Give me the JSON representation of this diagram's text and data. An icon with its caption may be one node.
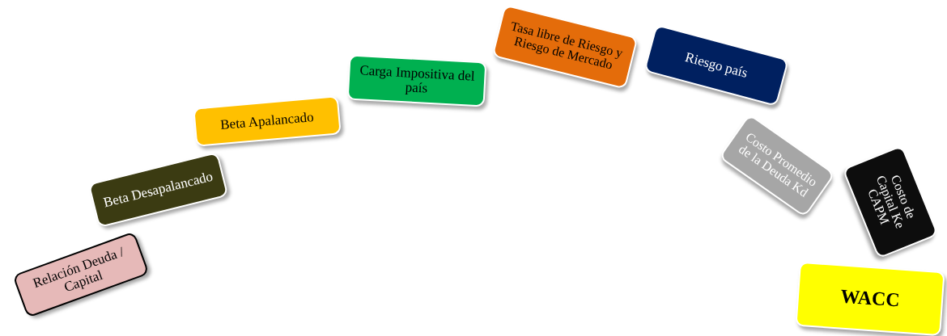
{
  "diagram": {
    "nodes": [
      {
        "text": [
          "Relación Deuda / Capital"
        ]
      },
      {
        "text": [
          "Beta Desapalancado"
        ]
      },
      {
        "text": [
          "Beta Apalancado"
        ]
      },
      {
        "text": [
          "Carga Impositiva del país"
        ]
      },
      {
        "text": [
          "Tasa libre de Riesgo  y Riesgo de Mercado"
        ]
      },
      {
        "text": [
          "Riesgo país"
        ]
      },
      {
        "text": [
          "Costo Promedio de la Deuda Kd"
        ]
      },
      {
        "text": [
          "Costo de Capital Ke CAPM"
        ]
      },
      {
        "text": [
          "WACC"
        ]
      }
    ]
  }
}
